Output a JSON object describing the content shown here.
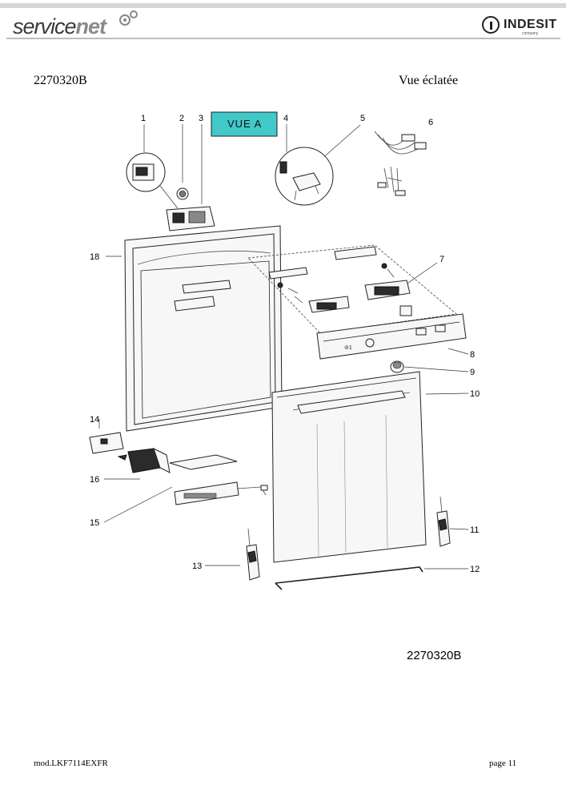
{
  "header": {
    "brand_left": "service",
    "brand_right": "net",
    "logo_text": "INDESIT",
    "logo_sub": "company"
  },
  "document": {
    "reference": "2270320B",
    "view_title": "Vue éclatée",
    "diagram_reference": "2270320B",
    "model": "mod.LKF7114EXFR",
    "page": "page 11"
  },
  "diagram": {
    "callout_box": "VUE A",
    "callouts": [
      "1",
      "2",
      "3",
      "4",
      "5",
      "6",
      "7",
      "8",
      "9",
      "10",
      "11",
      "12",
      "13",
      "14",
      "15",
      "16",
      "18"
    ]
  }
}
